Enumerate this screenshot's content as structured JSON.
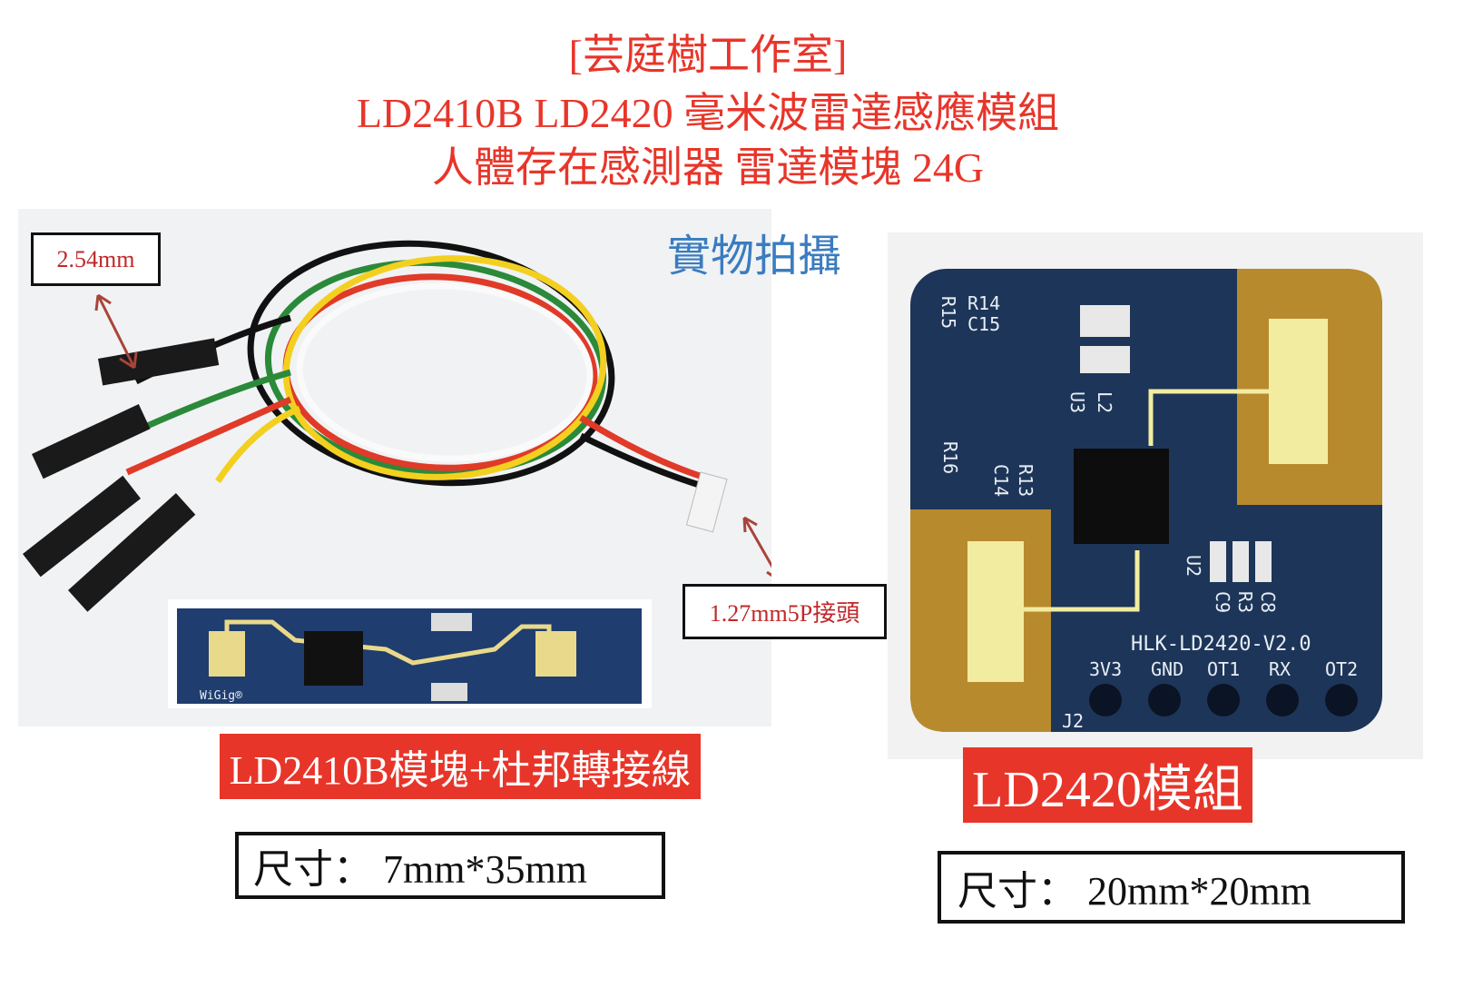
{
  "header": {
    "brand": "[芸庭樹工作室]",
    "line1": "LD2410B LD2420 毫米波雷達感應模組",
    "line2": "人體存在感測器 雷達模塊 24G"
  },
  "left": {
    "photo_caption": "實物拍攝",
    "pitch_label": "2.54mm",
    "connector_label": "1.27mm5P接頭",
    "board_mark": "WiGig®",
    "product_label": "LD2410B模塊+杜邦轉接線",
    "size_text": "尺寸：  7mm*35mm"
  },
  "right": {
    "silkscreen": {
      "r14": "R14",
      "c15": "C15",
      "r15": "R15",
      "l2": "L2",
      "u3": "U3",
      "r13": "R13",
      "c14": "C14",
      "r16": "R16",
      "u2": "U2",
      "c9": "C9",
      "r3": "R3",
      "c8": "C8",
      "model": "HLK-LD2420-V2.0",
      "pins": [
        "3V3",
        "GND",
        "OT1",
        "RX",
        "OT2"
      ],
      "j2": "J2"
    },
    "product_label": "LD2420模組",
    "size_text": "尺寸：  20mm*20mm"
  },
  "colors": {
    "accent_red": "#e8352a",
    "caption_blue": "#3a7cc0",
    "pcb_blue": "#1e3a64",
    "antenna_gold": "#b88a2e"
  }
}
